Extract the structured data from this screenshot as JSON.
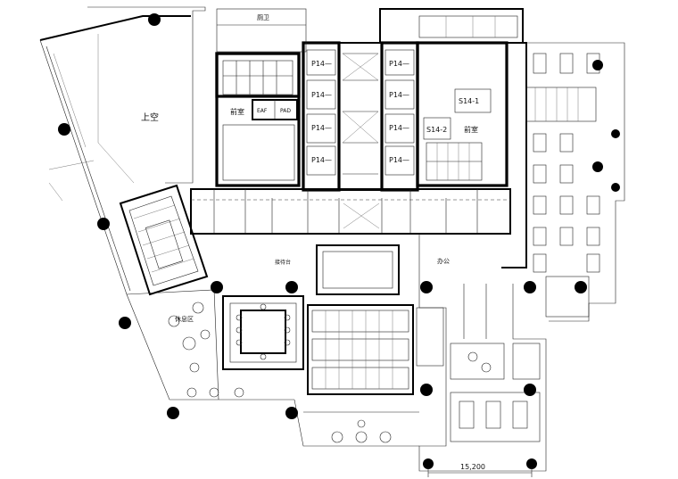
{
  "labels": {
    "void": "上空",
    "fore_room_left": "前室",
    "fore_room_right": "前室",
    "toilet": "厕卫",
    "eaf": "EAF",
    "pad": "PAD",
    "p14_1": "P14—",
    "p14_2": "P14—",
    "p14_3": "P14—",
    "p14_4": "P14—",
    "p14_5": "P14—",
    "p14_6": "P14—",
    "p14_7": "P14—",
    "p14_8": "P14—",
    "s14_1": "S14-1",
    "s14_2": "S14-2",
    "lounge": "休息区",
    "lobby": "接待台",
    "office": "办公",
    "dimension": "15,200"
  },
  "colors": {
    "line": "#000000",
    "paper": "#ffffff"
  }
}
